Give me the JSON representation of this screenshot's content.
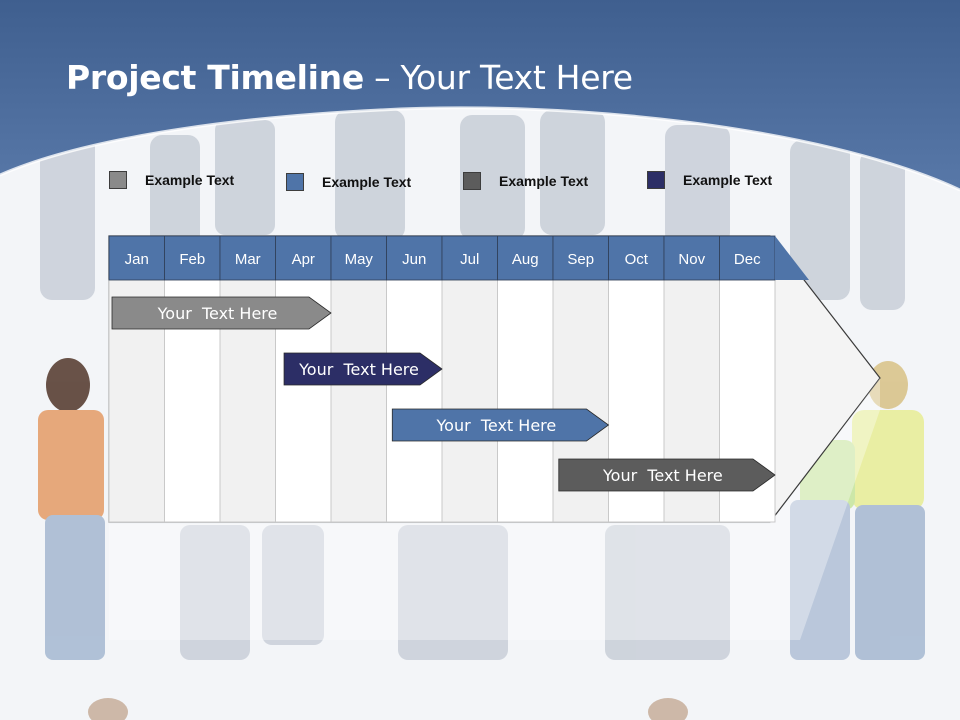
{
  "slide": {
    "title_bold": "Project Timeline",
    "title_rest": " – Your Text Here"
  },
  "colors": {
    "header": "#4a6b9a",
    "gray_light": "#8a8a8a",
    "steel_blue": "#4f74a8",
    "gray_dark": "#5c5c5c",
    "navy": "#2c2e66",
    "month_header": "#4f74a8"
  },
  "legend": [
    {
      "label": "Example Text",
      "color": "#8a8a8a"
    },
    {
      "label": "Example Text",
      "color": "#4f74a8"
    },
    {
      "label": "Example Text",
      "color": "#5c5c5c"
    },
    {
      "label": "Example Text",
      "color": "#2c2e66"
    }
  ],
  "months": [
    "Jan",
    "Feb",
    "Mar",
    "Apr",
    "May",
    "Jun",
    "Jul",
    "Aug",
    "Sep",
    "Oct",
    "Nov",
    "Dec"
  ],
  "tasks": [
    {
      "label": "Your  Text Here",
      "start_month": 1.0,
      "end_month": 4.0,
      "color": "#8a8a8a"
    },
    {
      "label": "Your  Text Here",
      "start_month": 4.1,
      "end_month": 6.0,
      "color": "#2c2e66"
    },
    {
      "label": "Your  Text Here",
      "start_month": 6.05,
      "end_month": 9.0,
      "color": "#4f74a8"
    },
    {
      "label": "Your  Text Here",
      "start_month": 9.05,
      "end_month": 12.0,
      "color": "#5c5c5c"
    }
  ]
}
